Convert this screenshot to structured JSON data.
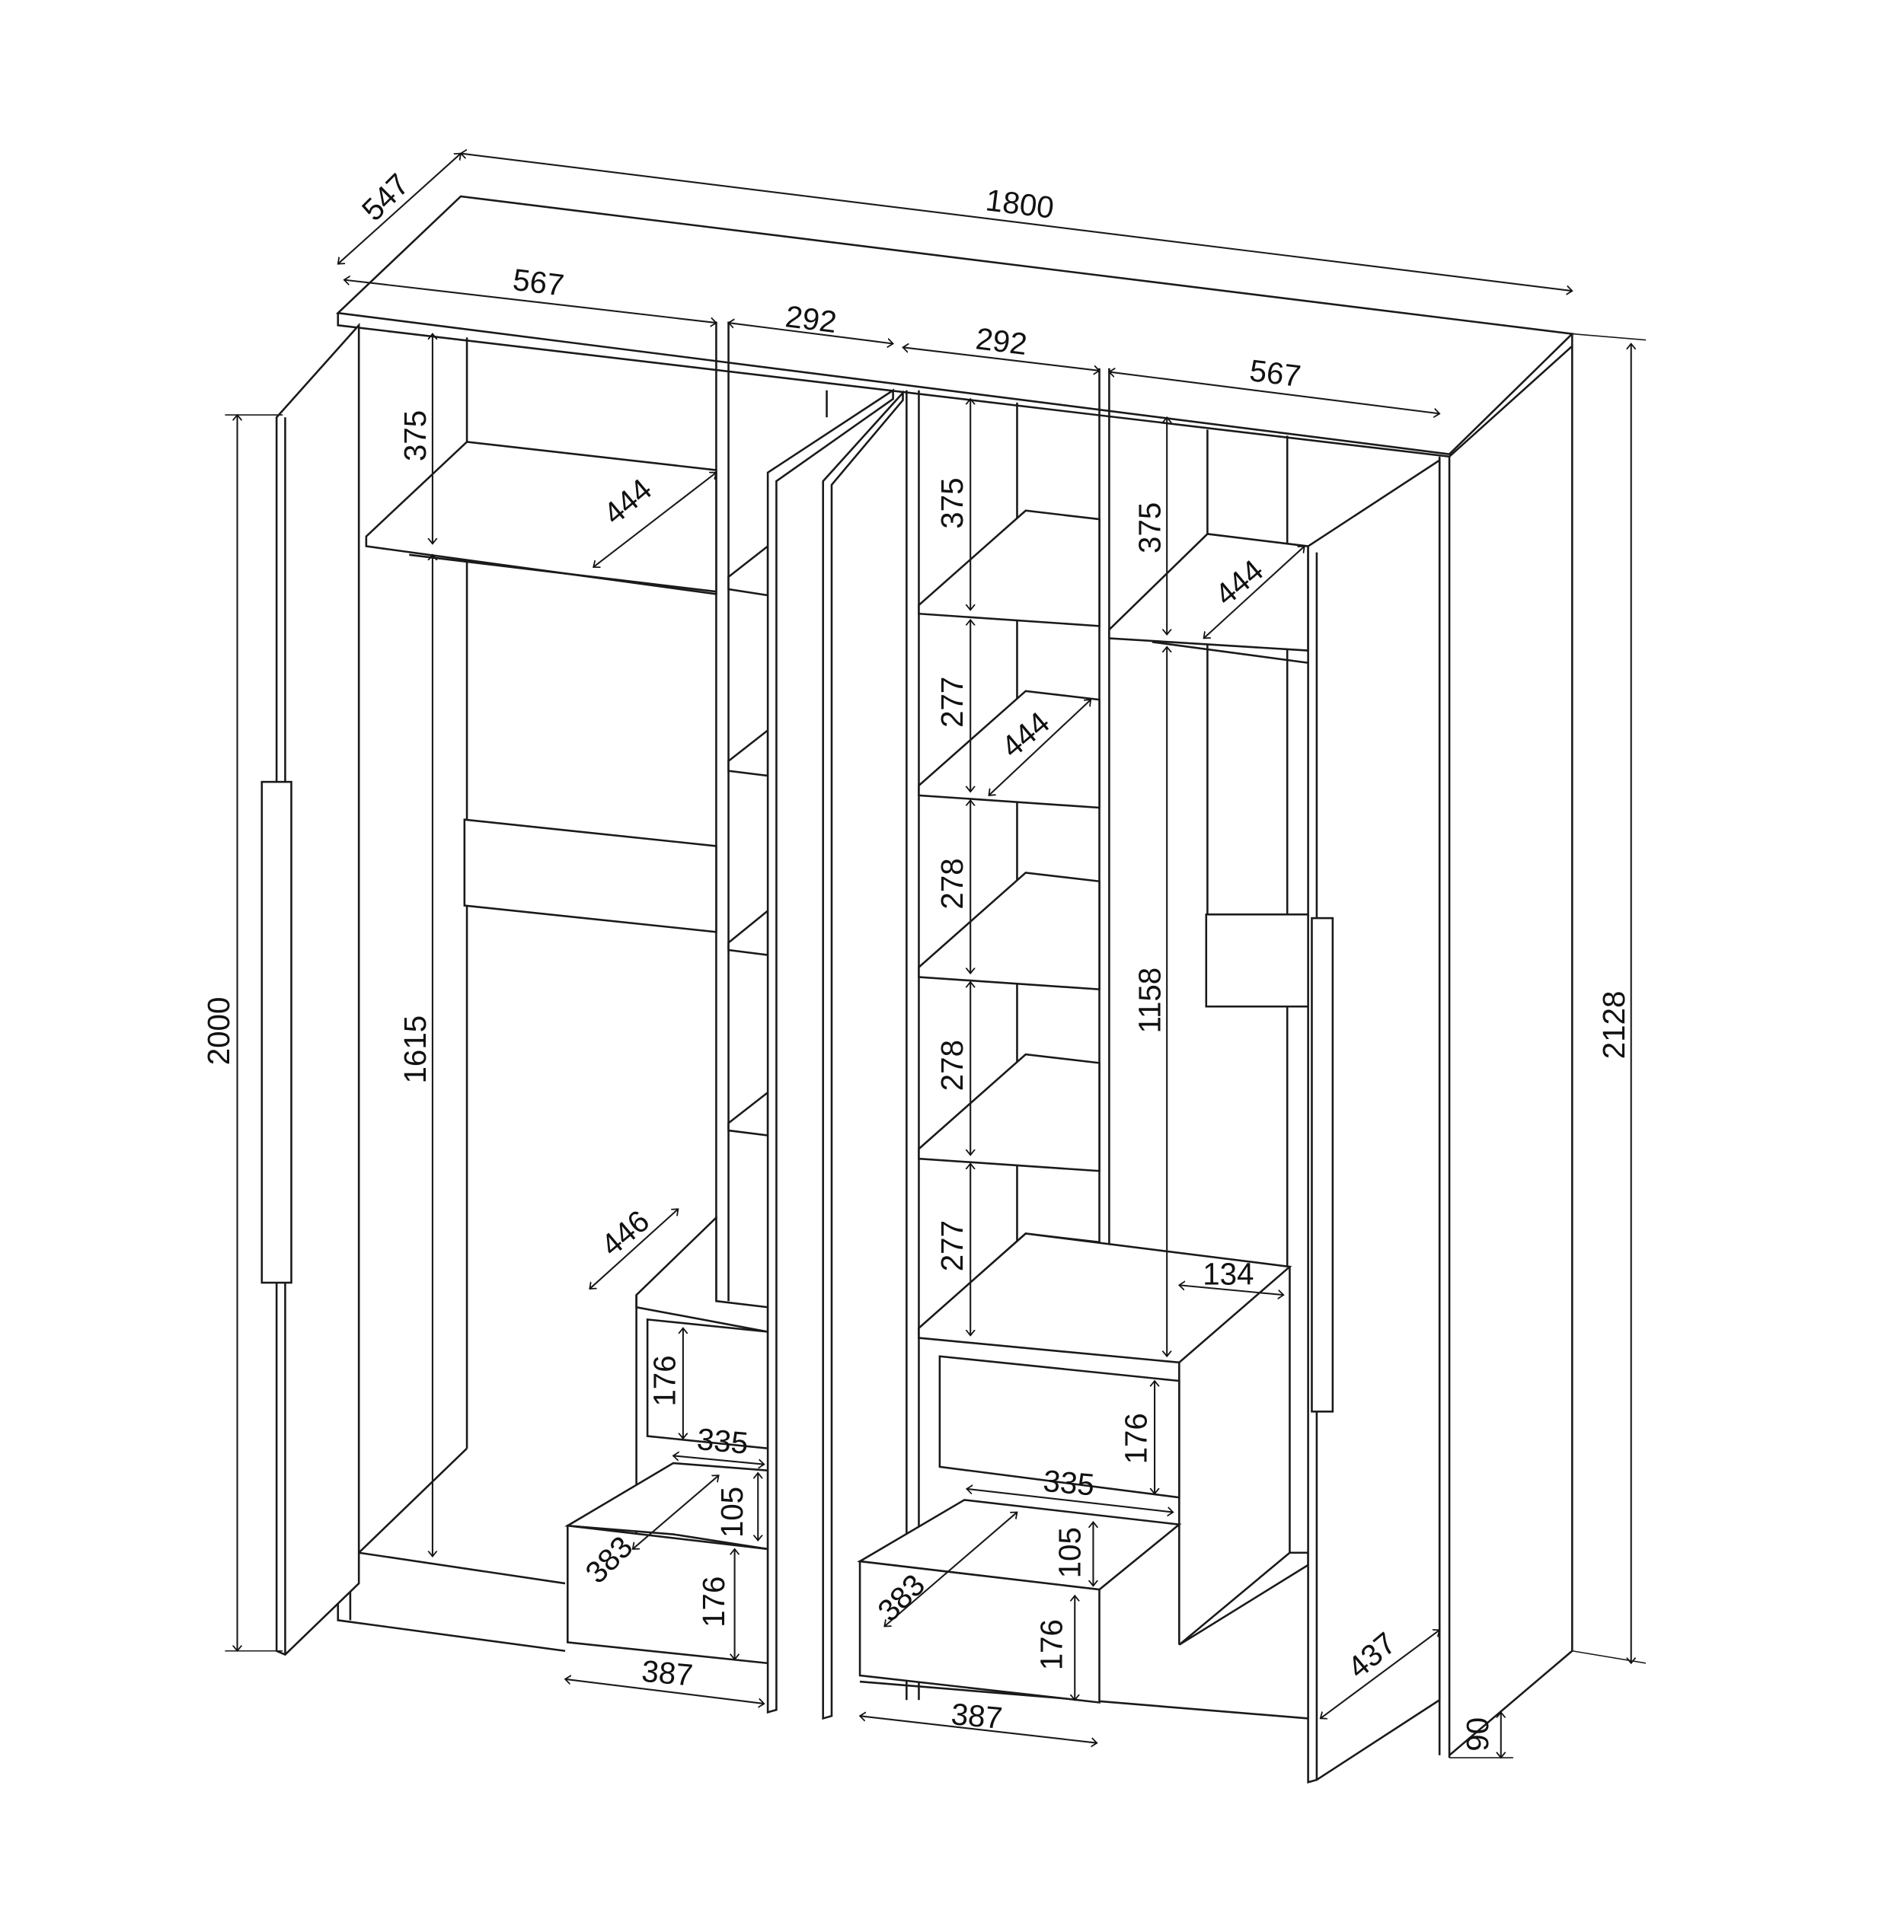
{
  "title": "Wardrobe dimension drawing",
  "dims": [
    "547",
    "1800",
    "567",
    "292",
    "292",
    "567",
    "375",
    "444",
    "2000",
    "1615",
    "375",
    "375",
    "444",
    "277",
    "444",
    "278",
    "278",
    "1158",
    "2128",
    "277",
    "446",
    "134",
    "176",
    "335",
    "105",
    "383",
    "176",
    "387",
    "176",
    "335",
    "105",
    "383",
    "176",
    "387",
    "437",
    "90"
  ]
}
